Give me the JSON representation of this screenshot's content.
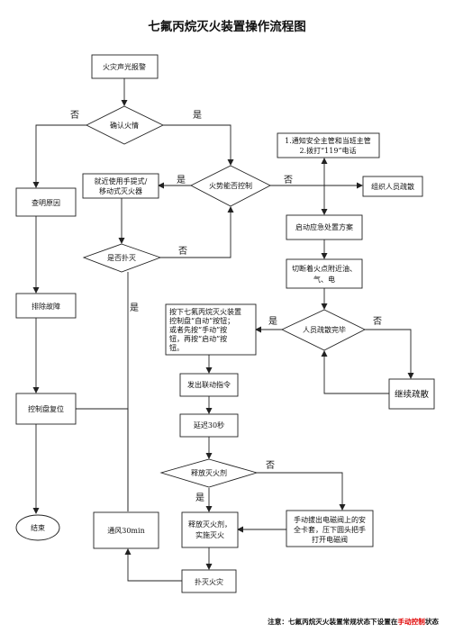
{
  "title": "七氟丙烷灭火装置操作流程图",
  "nodes": {
    "fire_alarm": "火灾声光报警",
    "confirm_fire": "确认火情",
    "check_cause": "查明原因",
    "troubleshoot": "排除故障",
    "panel_reset": "控制盘复位",
    "end": "结束",
    "portable_ext_1": "就近使用手提式/",
    "portable_ext_2": "移动式灭火器",
    "fire_controllable": "火势能否控制",
    "notify_1": "1.通知安全主管和当班主管",
    "notify_2": "2.拨打“119”电话",
    "organize_evac": "组织人员疏散",
    "emergency_plan": "启动应急处置方案",
    "extinguished": "是否扑灭",
    "cut_fuel_1": "切断着火点附近油、",
    "cut_fuel_2": "气、电",
    "press_1": "按下七氟丙烷灭火装置",
    "press_2": "控制盘“自动”按钮；",
    "press_3": "或者先按“手动”按",
    "press_4": "钮，再按“启动”按",
    "press_5": "钮。",
    "evac_done": "人员疏散完毕",
    "continue_evac": "继续疏散",
    "linkage_cmd": "发出联动指令",
    "delay": "延迟30秒",
    "release_agent": "释放灭火剂",
    "manual_1": "手动拔出电磁阀上的安",
    "manual_2": "全卡套，压下圆头把手",
    "manual_3": "打开电磁阀",
    "ventilate": "通风30min",
    "release_ext_1": "释放灭火剂，",
    "release_ext_2": "实施灭火",
    "fire_out": "扑灭火灾"
  },
  "edge_labels": {
    "confirm_no": "否",
    "confirm_yes": "是",
    "portable_yes": "是",
    "control_no": "否",
    "extinguished_no": "否",
    "extinguished_yes": "是",
    "evac_yes": "是",
    "evac_no": "否",
    "release_no": "否",
    "release_yes": "是"
  },
  "note": {
    "prefix": "注意：七氟丙烷灭火装置常规状态下设置在",
    "highlight": "手动控制",
    "suffix": "状态"
  },
  "colors": {
    "line": "#222222",
    "highlight": "#e00000"
  }
}
